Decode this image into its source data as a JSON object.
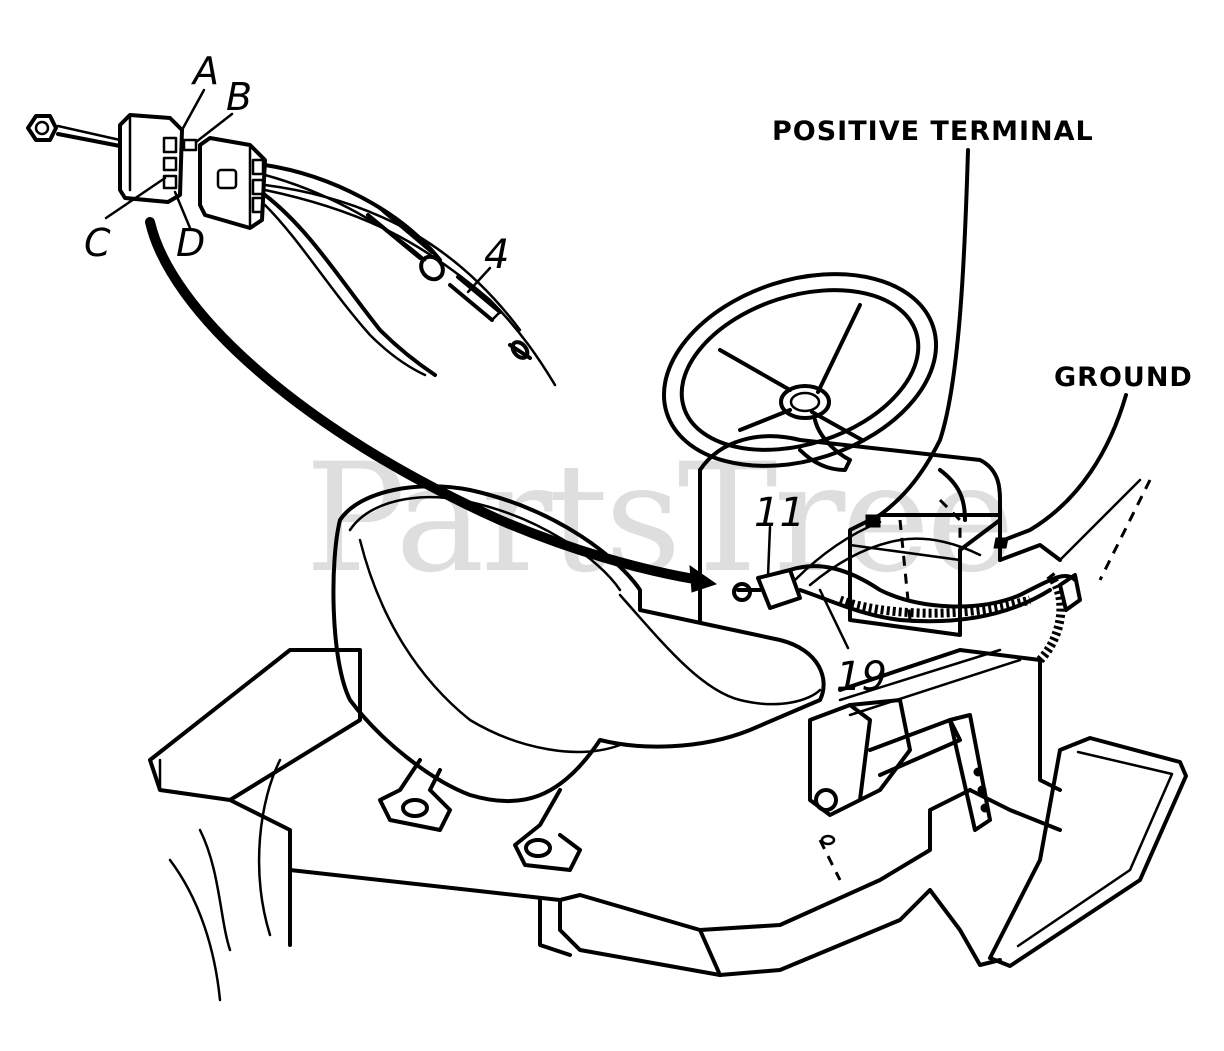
{
  "labels": {
    "positive_terminal": "POSITIVE TERMINAL",
    "ground": "GROUND",
    "terminal_a": "A",
    "terminal_b": "B",
    "terminal_c": "C",
    "terminal_d": "D",
    "part_4": "4",
    "part_11": "11",
    "part_19": "19"
  },
  "watermark": "PartsTree"
}
